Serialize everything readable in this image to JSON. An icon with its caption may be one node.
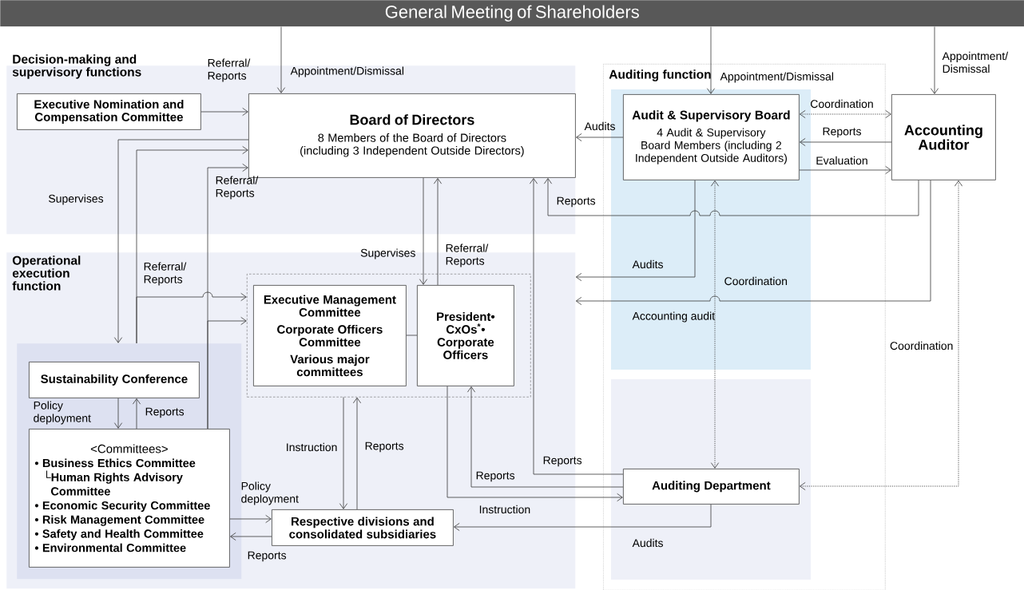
{
  "diagram": {
    "nodes": [
      {
        "text": [
          "General Meeting of Shareholders"
        ]
      },
      {
        "text": [
          "Decision-making and supervisory functions"
        ]
      },
      {
        "text": [
          "Executive Nomination and Compensation Committee"
        ],
        "in": 1
      },
      {
        "text": [
          "Board of Directors",
          "8 Members of the Board of Directors (including 3 Independent Outside Directors)"
        ],
        "in": 1
      },
      {
        "text": [
          "Auditing function"
        ]
      },
      {
        "text": [
          "Audit & Supervisory Board",
          "4 Audit & Supervisory Board Members (including 2 Independent Outside Auditors)"
        ],
        "in": 4
      },
      {
        "text": [
          "Accounting Auditor"
        ]
      },
      {
        "text": [
          "Operational execution function"
        ]
      },
      {
        "text": [],
        "shape": "box",
        "in": 7
      },
      {
        "text": [
          "Sustainability Conference"
        ],
        "in": 8
      },
      {
        "text": [
          "<Committees>",
          "• Business Ethics Committee",
          "└Human Rights Advisory Committee",
          "• Economic Security Committee",
          "• Risk Management Committee",
          "• Safety and Health Committee",
          "• Environmental Committee"
        ],
        "in": 8
      },
      {
        "text": [],
        "shape": "box",
        "in": 7
      },
      {
        "text": [
          "Executive Management Committee",
          "Corporate Officers Committee",
          "Various major committees"
        ],
        "in": 11
      },
      {
        "text": [
          "President• CxOs$^{*}$• Corporate Officers"
        ],
        "in": 11
      },
      {
        "text": [
          "Respective divisions and consolidated subsidiaries"
        ],
        "in": 7
      },
      {
        "text": [
          "Auditing Department"
        ],
        "in": 4
      }
    ],
    "edges": [
      {
        "from": 0,
        "to": 3,
        "arrow": "to",
        "label": "Appointment/Dismissal"
      },
      {
        "from": 0,
        "to": 5,
        "arrow": "to",
        "label": "Appointment/Dismissal"
      },
      {
        "from": 0,
        "to": 6,
        "arrow": "to",
        "label": "Appointment/ Dismissal"
      },
      {
        "from": 2,
        "to": 3,
        "arrow": "to",
        "label": "Referral/ Reports"
      },
      {
        "from": 3,
        "to": 8,
        "arrow": "to",
        "label": "Supervises"
      },
      {
        "from": 8,
        "to": 3,
        "arrow": "to",
        "label": "Referral/ Reports"
      },
      {
        "from": 8,
        "to": 11,
        "arrow": "to"
      },
      {
        "from": 10,
        "to": 3,
        "arrow": "to",
        "label": "Referral/ Reports"
      },
      {
        "from": 10,
        "to": 11,
        "arrow": "to"
      },
      {
        "from": 3,
        "to": 13,
        "arrow": "to",
        "label": "Supervises"
      },
      {
        "from": 13,
        "to": 3,
        "arrow": "to",
        "label": "Referral/ Reports"
      },
      {
        "from": 12,
        "to": 13,
        "arrow": "none"
      },
      {
        "from": 11,
        "to": 14,
        "arrow": "to",
        "label": "Instruction"
      },
      {
        "from": 14,
        "to": 11,
        "arrow": "to",
        "label": "Reports"
      },
      {
        "from": 9,
        "to": 10,
        "arrow": "to",
        "label": "Policy deployment"
      },
      {
        "from": 10,
        "to": 9,
        "arrow": "to",
        "label": "Reports"
      },
      {
        "from": 10,
        "to": 14,
        "arrow": "to",
        "label": "Policy deployment"
      },
      {
        "from": 14,
        "to": 10,
        "arrow": "to",
        "label": "Reports"
      },
      {
        "from": 13,
        "to": 15,
        "arrow": "to",
        "label": "Instruction"
      },
      {
        "from": 15,
        "to": 13,
        "arrow": "to",
        "label": "Reports"
      },
      {
        "from": 15,
        "to": 3,
        "arrow": "to",
        "label": "Reports"
      },
      {
        "from": 15,
        "to": 14,
        "arrow": "to",
        "label": "Audits"
      },
      {
        "from": 5,
        "to": 3,
        "arrow": "to",
        "label": "Audits"
      },
      {
        "from": 6,
        "to": 5,
        "arrow": "to",
        "label": "Reports"
      },
      {
        "from": 5,
        "to": 6,
        "arrow": "to",
        "label": "Evaluation"
      },
      {
        "from": 5,
        "to": 6,
        "arrow": "both",
        "label": "Coordination",
        "style": "dashed"
      },
      {
        "from": 6,
        "to": 3,
        "arrow": "to",
        "label": "Reports"
      },
      {
        "from": 5,
        "to": 7,
        "arrow": "to",
        "label": "Audits"
      },
      {
        "from": 6,
        "to": 7,
        "arrow": "to",
        "label": "Accounting audit"
      },
      {
        "from": 5,
        "to": 15,
        "arrow": "both",
        "label": "Coordination",
        "style": "dashed"
      },
      {
        "from": 6,
        "to": 15,
        "arrow": "both",
        "label": "Coordination",
        "style": "dashed"
      }
    ]
  }
}
